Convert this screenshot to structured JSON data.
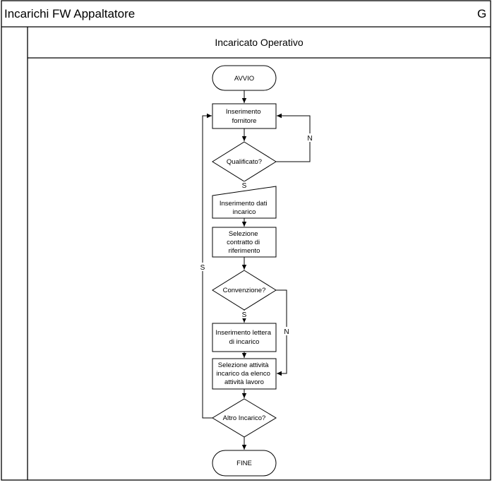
{
  "pool": {
    "title": "Incarichi FW Appaltatore",
    "edge_label": "G"
  },
  "lane": {
    "title": "Incaricato Operativo"
  },
  "nodes": {
    "start": "AVVIO",
    "inserimento_fornitore": [
      "Inserimento",
      "fornitore"
    ],
    "qualificato": "Qualificato?",
    "inserimento_dati": [
      "Inserimento dati",
      "incarico"
    ],
    "selezione_contratto": [
      "Selezione",
      "contratto di",
      "riferimento"
    ],
    "convenzione": "Convenzione?",
    "inserimento_lettera": [
      "Inserimento lettera",
      "di incarico"
    ],
    "selezione_attivita": [
      "Selezione attività",
      "incarico da elenco",
      "attività lavoro"
    ],
    "altro_incarico": "Altro Incarico?",
    "end": "FINE"
  },
  "edges": {
    "qualificato_no": "N",
    "qualificato_yes": "S",
    "convenzione_yes": "S",
    "convenzione_no": "N",
    "altro_yes": "S"
  }
}
